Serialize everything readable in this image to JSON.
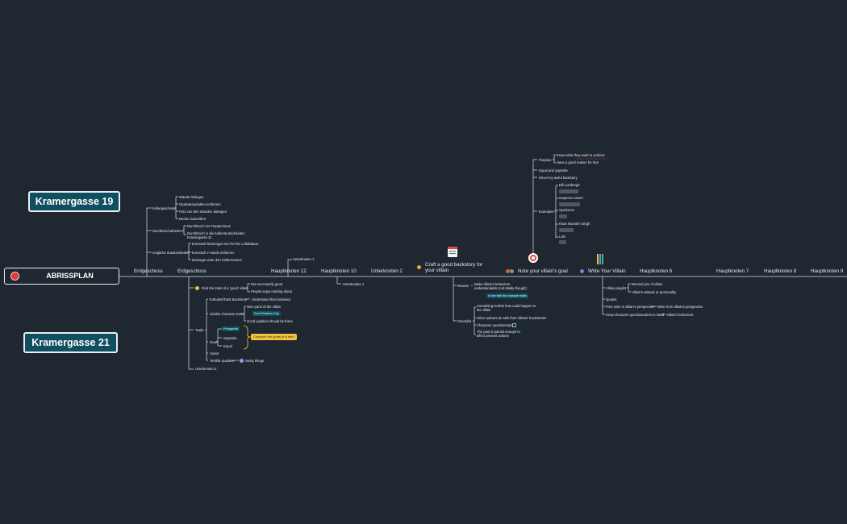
{
  "root": {
    "label": "ABRISSPLAN"
  },
  "floating": {
    "top": "Kramergasse 19",
    "bottom": "Kramergasse 21"
  },
  "branches": {
    "b1": "Erdgeschoss",
    "b2": "Erdgeschoss",
    "b3": "Hauptknoten 12",
    "b4": "Hauptknoten 10",
    "b5": "Unterknoten 2",
    "b6": "Craft a good backstory for your villain",
    "b7": "Note your villain's goal",
    "b8": "Write Your Villain",
    "b9": "Hauptknoten 6",
    "b10": "Hauptknoten 7",
    "b11": "Hauptknoten 8",
    "b12": "Hauptknoten 9"
  },
  "above": {
    "kellergeschoss": "Kellergeschoss",
    "k1": "Wände freilegen",
    "k2": "Gipskartonplatten entfernen",
    "k3": "Putz von den Wänden abtragen",
    "k4": "Decke rausreißen",
    "durchbrechen": "Durchbrecharbeiten",
    "d1": "Durchbruch ins Treppenhaus",
    "d2": "Durchbruch in die Kellerräumlichkeiten Kramergasse 21",
    "zusatz": "mögliche Zusatzarbeiten",
    "z1": "Eventuell Bohrungen ins Frei für Luftabläuse",
    "z2": "Eventuell 2-Vands entfernen",
    "z3": "Drainage unter den Kellermauern",
    "unterknoten1": "Unterknoten 1"
  },
  "below": {
    "find_traits": "Find the traits of a 'good' villain",
    "ft1": "Not necessarily good",
    "ft2": "People enjoy reading about",
    "traits": "Traits",
    "turbulent": "Turbulent/Dark Backstory",
    "turbulent_c": "Understand their behavior",
    "likable": "Likable character traits",
    "lk1": "Nice parts of the villain",
    "lk2": "Don't Redeem Calc",
    "lk3": "Good qualities should be there",
    "goal": "Goal",
    "protagonist": "Protagonist",
    "opposite": "Opposite",
    "equal": "Equal",
    "compare": "Compare the goals of a hero",
    "smart": "Smart",
    "terrible": "Terrible qualities",
    "nasty": "Nasty things",
    "unterknoten3": "Unterknoten 3",
    "unterknoten1": "Unterknoten 1"
  },
  "backstory": {
    "reason": "Reason",
    "r1": "Make villain's behaviors understandable (not totally though)",
    "r2": "In line with the character traits",
    "checklist": "Checklist",
    "c1": "Something terrible that could happen to the villain",
    "c2": "Other authors do with their villains' backstories",
    "c3": "Character questionnaire",
    "c4": "The past is painful enough to affect present actions"
  },
  "goal_node": {
    "purpose": "Purpose",
    "p1": "Know what they want to achieve",
    "p2": "Have a good reason for that",
    "equal": "Equal and opposite",
    "driven": "Driven by awful backstory",
    "examples": "Examples",
    "e1": "Bill Lumbergh",
    "e2": "Inspector Javert",
    "e3": "Syndrome",
    "e4": "Khan Noonien Singh",
    "e5": "Loki"
  },
  "write_node": {
    "playlist": "Villain playlist",
    "pl1": "Remind you of villain",
    "pl2": "Villain's attitude or personality",
    "quotes": "Quotes",
    "free": "Free write in villain's perspective",
    "free_c": "Write from villain's perspective",
    "keep": "Keep character questionnaires to hand",
    "keep_c": "Villain's behaviors"
  },
  "colors": {
    "background": "#1f2731",
    "line": "#d9e0e6",
    "box_fill": "#0f4f5f",
    "root_dot": "#e03a3a",
    "highlight": "#f2c33a"
  }
}
